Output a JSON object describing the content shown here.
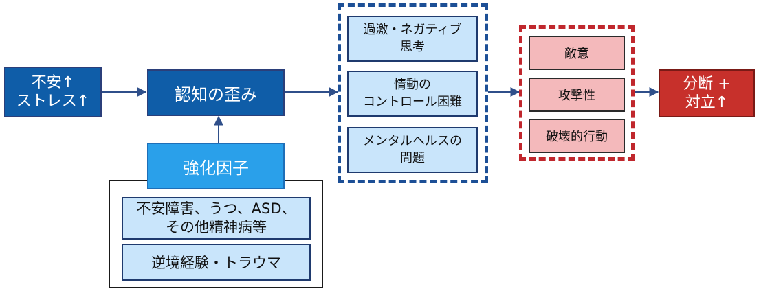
{
  "nodes": {
    "anxiety_stress": "不安↑\nストレス↑",
    "cognitive_distortion": "認知の歪み",
    "reinforcing_factors": "強化因子",
    "factor_disorders": "不安障害、うつ、ASD、\nその他精神病等",
    "factor_adversity": "逆境経験・トラウマ",
    "extreme_thinking": "過激・ネガティブ\n思考",
    "emotion_control": "情動の\nコントロール困難",
    "mental_health": "メンタルヘルスの\n問題",
    "hostility": "敵意",
    "aggression": "攻撃性",
    "destructive_behavior": "破壊的行動",
    "division_conflict": "分断 +\n対立↑"
  },
  "colors": {
    "dark_blue": "#0f5da8",
    "light_blue": "#c9e5fb",
    "bright_blue": "#2aa0ea",
    "pink": "#f4b9bb",
    "red": "#c7302b",
    "dashed_blue": "#1c4f96",
    "dashed_red": "#c0272d",
    "arrow": "#2f4f8a"
  }
}
